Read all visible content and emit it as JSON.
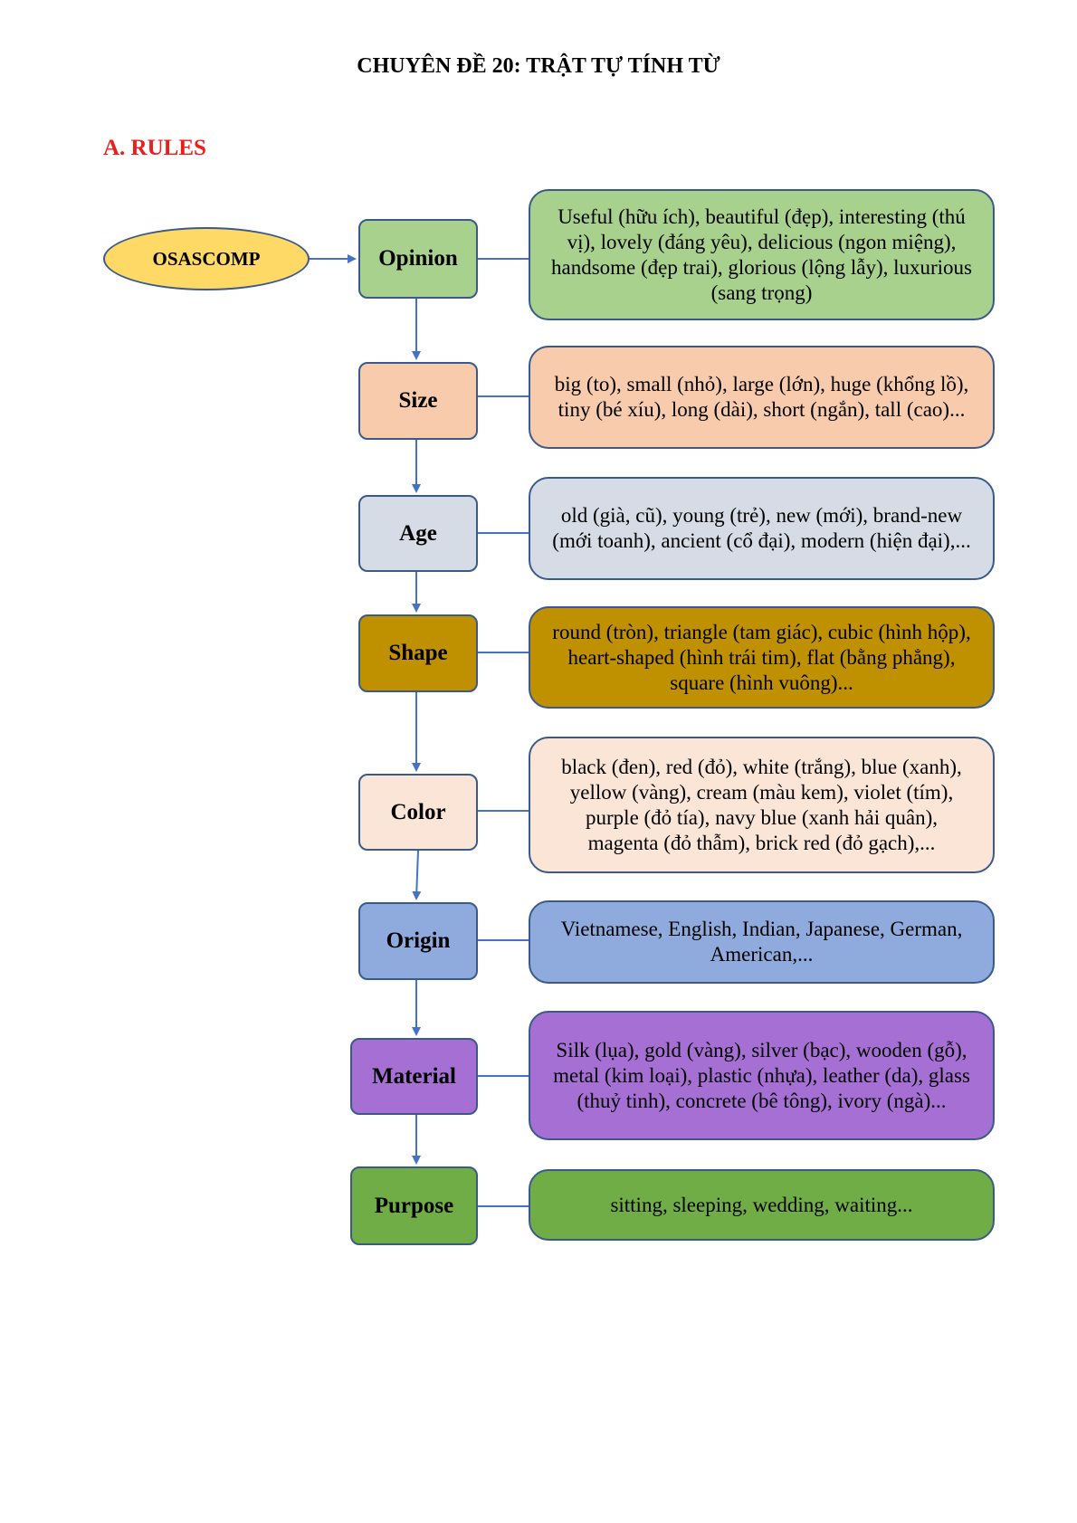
{
  "title": "CHUYÊN ĐỀ 20: TRẬT TỰ TÍNH TỪ",
  "section_heading": "A. RULES",
  "start_node": "OSASCOMP",
  "categories": [
    {
      "label": "Opinion",
      "color": "#a9d18e",
      "examples": "Useful (hữu ích), beautiful (đẹp), interesting (thú vị), lovely (đáng yêu), delicious (ngon miệng), handsome (đẹp trai), glorious (lộng lẫy), luxurious (sang trọng)"
    },
    {
      "label": "Size",
      "color": "#f8cbad",
      "examples": "big (to), small (nhỏ), large (lớn), huge (khổng lồ), tiny (bé xíu), long (dài), short (ngắn), tall (cao)..."
    },
    {
      "label": "Age",
      "color": "#d6dce5",
      "examples": "old (già, cũ), young (trẻ), new (mới), brand-new (mới toanh), ancient (cổ đại), modern (hiện đại),..."
    },
    {
      "label": "Shape",
      "color": "#bf9000",
      "examples": "round (tròn), triangle (tam giác), cubic (hình hộp), heart-shaped (hình trái tim), flat (bằng phẳng), square (hình vuông)..."
    },
    {
      "label": "Color",
      "color": "#fbe5d6",
      "examples": "black (đen), red (đỏ), white (trắng), blue (xanh), yellow (vàng), cream (màu kem), violet (tím), purple (đỏ tía), navy blue (xanh hải quân), magenta (đỏ thẫm), brick red (đỏ gạch),..."
    },
    {
      "label": "Origin",
      "color": "#8faadc",
      "examples": "Vietnamese, English, Indian, Japanese, German, American,..."
    },
    {
      "label": "Material",
      "color": "#a66fd4",
      "examples": "Silk (lụa), gold (vàng), silver (bạc), wooden (gỗ), metal (kim loại), plastic (nhựa), leather (da), glass (thuỷ tinh), concrete (bê tông), ivory (ngà)..."
    },
    {
      "label": "Purpose",
      "color": "#70ad47",
      "examples": "sitting, sleeping, wedding, waiting..."
    }
  ]
}
